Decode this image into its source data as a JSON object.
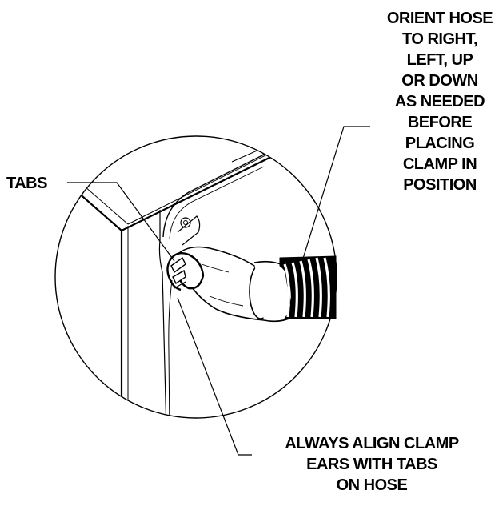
{
  "labels": {
    "tabs": "TABS",
    "orient": [
      "ORIENT HOSE",
      "TO RIGHT,",
      "LEFT, UP",
      "OR DOWN",
      "AS NEEDED",
      "BEFORE",
      "PLACING",
      "CLAMP IN",
      "POSITION"
    ],
    "align": [
      "ALWAYS ALIGN CLAMP",
      "EARS WITH TABS",
      "ON HOSE"
    ]
  },
  "colors": {
    "ink": "#000000",
    "paper": "#ffffff"
  }
}
